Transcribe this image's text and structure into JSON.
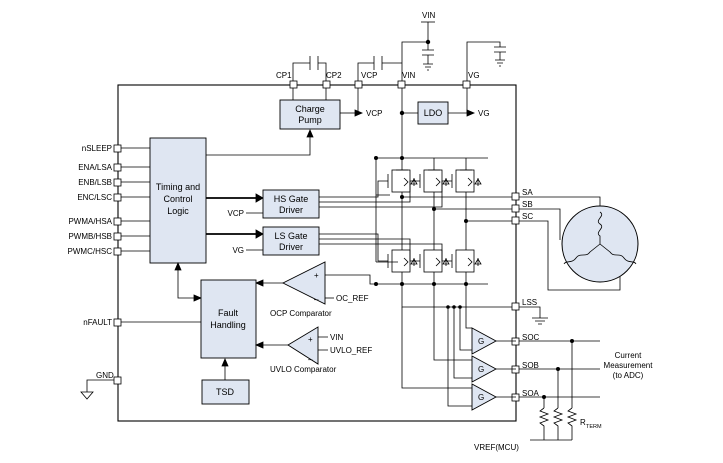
{
  "left_pins": [
    "nSLEEP",
    "ENA/LSA",
    "ENB/LSB",
    "ENC/LSC",
    "PWMA/HSA",
    "PWMB/HSB",
    "PWMC/HSC",
    "nFAULT",
    "GND"
  ],
  "top_pins": [
    "CP1",
    "CP2",
    "VCP",
    "VIN",
    "VG"
  ],
  "vin_supply": "VIN",
  "right_pins": [
    "SA",
    "SB",
    "SC",
    "LSS",
    "SOC",
    "SOB",
    "SOA"
  ],
  "blocks": {
    "timing_l1": "Timing and",
    "timing_l2": "Control",
    "timing_l3": "Logic",
    "charge_l1": "Charge",
    "charge_l2": "Pump",
    "ldo": "LDO",
    "hs_l1": "HS Gate",
    "hs_l2": "Driver",
    "ls_l1": "LS Gate",
    "ls_l2": "Driver",
    "fault_l1": "Fault",
    "fault_l2": "Handling",
    "tsd": "TSD"
  },
  "internal_labels": {
    "cp_out": "VCP",
    "ldo_out": "VG",
    "hs_in": "VCP",
    "ls_in": "VG",
    "ocp_minus": "–",
    "ocp_ref": "OC_REF",
    "ocp_plus": "+",
    "ocp_name": "OCP Comparator",
    "uvlo_plus": "+",
    "uvlo_vin": "VIN",
    "uvlo_minus": "–",
    "uvlo_ref": "UVLO_REF",
    "uvlo_name": "UVLO Comparator",
    "amp_gain": "G"
  },
  "external": {
    "current_l1": "Current",
    "current_l2": "Measurement",
    "current_l3": "(to ADC)",
    "rterm": "R",
    "rterm_sub": "TERM",
    "vref": "VREF(MCU)"
  },
  "colors": {
    "block_fill": "#dfe6f2",
    "line": "#000000"
  }
}
